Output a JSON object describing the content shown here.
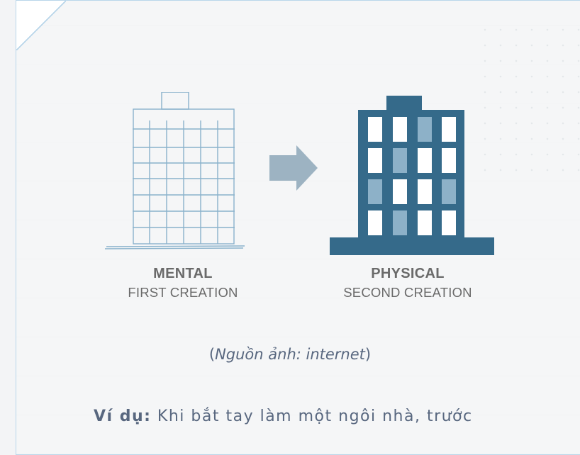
{
  "illustration": {
    "left_title": "MENTAL",
    "left_subtitle": "FIRST CREATION",
    "right_title": "PHYSICAL",
    "right_subtitle": "SECOND CREATION",
    "icons": [
      "building-sketch-icon",
      "arrow-right-icon",
      "building-icon"
    ],
    "colors": {
      "building": "#356a8a",
      "window": "#ffffff",
      "window_alt": "#8db1c8",
      "arrow": "#9db3c2",
      "sketch": "#8ab2cc"
    }
  },
  "source": {
    "open": "(",
    "text": "Nguồn ảnh: internet",
    "close": ")"
  },
  "paragraph": {
    "lead": "Ví dụ:",
    "text": " Khi bắt tay làm một ngôi nhà, trước"
  }
}
